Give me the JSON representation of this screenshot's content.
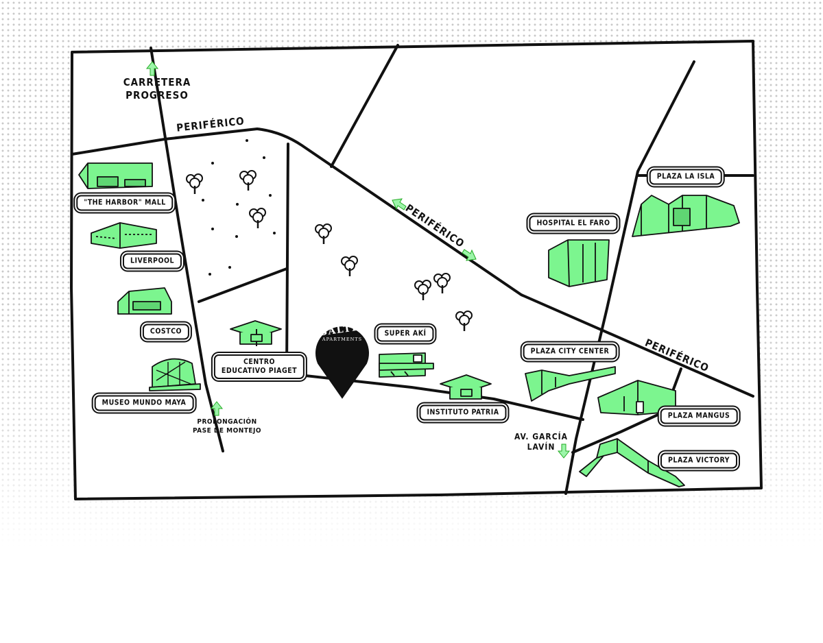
{
  "roads": {
    "carretera_progreso": "CARRETERA\nPROGRESO",
    "periferico_top": "PERIFÉRICO",
    "periferico_diag": "PERIFÉRICO",
    "periferico_right": "PERIFÉRICO",
    "prolongacion": "PROLONGACIÓN\nPASE DE MONTEJO",
    "garcia_lavin": "AV. GARCÍA\nLAVÍN"
  },
  "places": {
    "harbor": "\"THE HARBOR\" MALL",
    "liverpool": "LIVERPOOL",
    "costco": "COSTCO",
    "museo": "MUSEO MUNDO MAYA",
    "piaget": "CENTRO\nEDUCATIVO PIAGET",
    "super_aki": "SUPER AKÍ",
    "instituto": "INSTITUTO PATRIA",
    "hospital": "HOSPITAL EL FARO",
    "plaza_isla": "PLAZA LA ISLA",
    "city_center": "PLAZA CITY CENTER",
    "mangus": "PLAZA MANGUS",
    "victory": "PLAZA VICTORY"
  },
  "pin": {
    "line1": "BALTIA",
    "line2": "APARTMENTS"
  },
  "colors": {
    "accent_green": "#7cf58f",
    "ink": "#111111",
    "arrow_green": "#9cf5a9"
  }
}
